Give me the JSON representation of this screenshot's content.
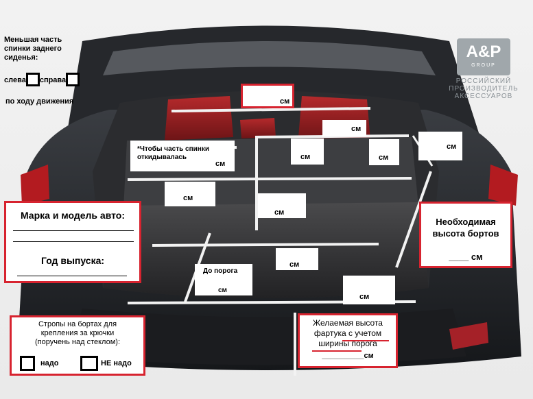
{
  "brand": {
    "logo_text": "A&P",
    "logo_sub": "GROUP",
    "tagline": [
      "РОССИЙСКИЙ",
      "ПРОИЗВОДИТЕЛЬ",
      "АКСЕССУАРОВ"
    ],
    "logo_bg": "#a0a7ab",
    "accent": "#d7232f"
  },
  "seat_note": {
    "title_lines": [
      "Меньшая часть",
      "спинки заднего",
      "сиденья:"
    ],
    "left_label": "слева",
    "right_label": "справа",
    "direction": "по ходу движения"
  },
  "measure": {
    "unit": "см",
    "fold_note_lines": [
      "*Чтобы часть спинки",
      "откидывалась"
    ],
    "threshold_label": "До порога"
  },
  "car_box": {
    "make_model": "Марка и модель авто:",
    "year": "Год выпуска:"
  },
  "height_box": {
    "lines": [
      "Необходимая",
      "высота бортов"
    ],
    "unit_line": "____ см"
  },
  "straps_box": {
    "lines": [
      "Стропы на бортах для",
      "крепления за крючки",
      "(поручень над стеклом):"
    ],
    "need": "надо",
    "not_need": "НЕ надо"
  },
  "apron_box": {
    "lines": [
      "Желаемая высота",
      "фартука с учетом",
      "ширины порога"
    ],
    "unit_line": "__________см"
  }
}
